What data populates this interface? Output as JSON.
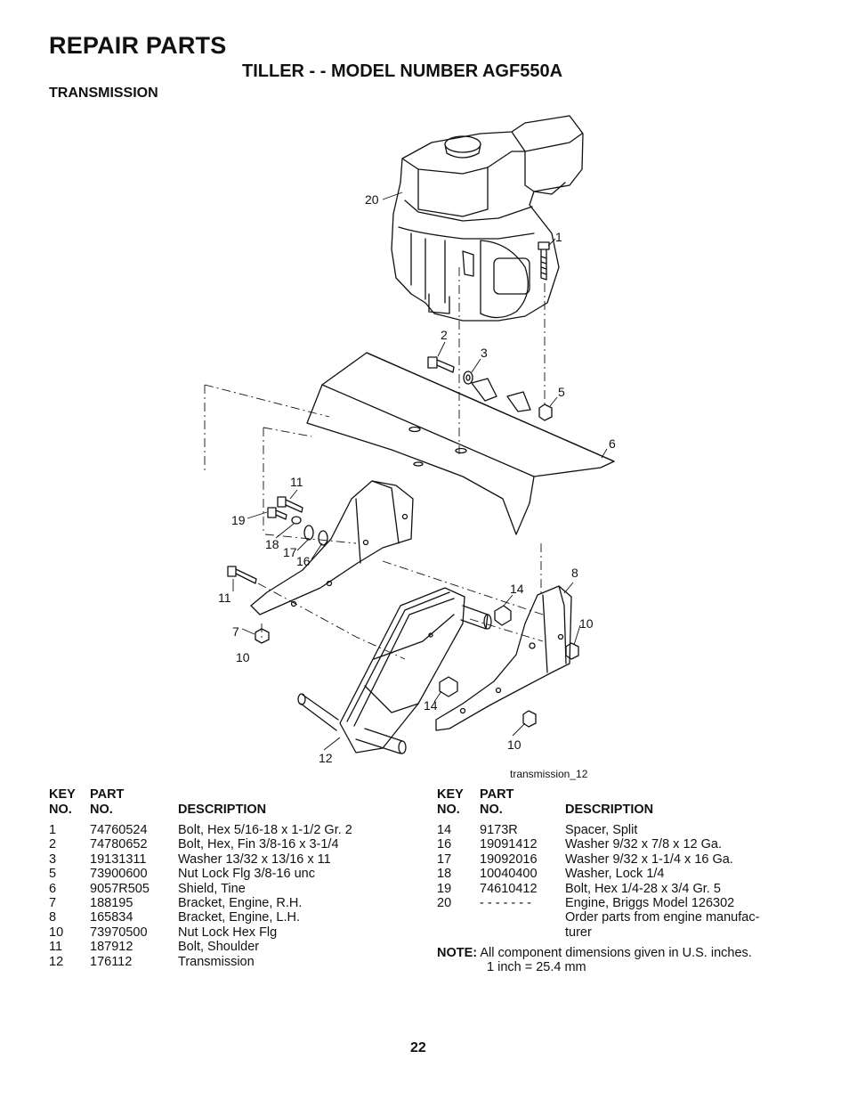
{
  "page": {
    "title": "REPAIR PARTS",
    "subtitle": "TILLER - - MODEL NUMBER AGF550A",
    "section": "TRANSMISSION",
    "page_number": "22"
  },
  "diagram": {
    "caption": "transmission_12",
    "callouts": [
      "20",
      "1",
      "2",
      "3",
      "5",
      "6",
      "11",
      "19",
      "18",
      "17",
      "16",
      "11",
      "7",
      "10",
      "14",
      "8",
      "10",
      "14",
      "10",
      "12"
    ]
  },
  "table_headers": {
    "key_line1": "KEY",
    "key_line2": "NO.",
    "part_line1": "PART",
    "part_line2": "NO.",
    "desc": "DESCRIPTION"
  },
  "parts_left": [
    {
      "key": "1",
      "part": "74760524",
      "desc": "Bolt, Hex  5/16-18 x 1-1/2 Gr. 2"
    },
    {
      "key": "2",
      "part": "74780652",
      "desc": "Bolt, Hex, Fin   3/8-16 x 3-1/4"
    },
    {
      "key": "3",
      "part": "19131311",
      "desc": "Washer  13/32 x 13/16 x 11"
    },
    {
      "key": "5",
      "part": "73900600",
      "desc": "Nut Lock Flg 3/8-16 unc"
    },
    {
      "key": "6",
      "part": "9057R505",
      "desc": "Shield, Tine"
    },
    {
      "key": "7",
      "part": "188195",
      "desc": "Bracket, Engine, R.H."
    },
    {
      "key": "8",
      "part": "165834",
      "desc": "Bracket, Engine, L.H."
    },
    {
      "key": "10",
      "part": "73970500",
      "desc": "Nut Lock Hex Flg"
    },
    {
      "key": "11",
      "part": "187912",
      "desc": "Bolt, Shoulder"
    },
    {
      "key": "12",
      "part": "176112",
      "desc": "Transmission"
    }
  ],
  "parts_right": [
    {
      "key": "14",
      "part": "9173R",
      "desc": "Spacer, Split"
    },
    {
      "key": "16",
      "part": "19091412",
      "desc": "Washer  9/32 x 7/8 x 12 Ga."
    },
    {
      "key": "17",
      "part": "19092016",
      "desc": "Washer  9/32 x 1-1/4 x 16 Ga."
    },
    {
      "key": "18",
      "part": "10040400",
      "desc": "Washer, Lock  1/4"
    },
    {
      "key": "19",
      "part": "74610412",
      "desc": "Bolt, Hex  1/4-28 x 3/4 Gr. 5"
    },
    {
      "key": "20",
      "part": "- - - - - - -",
      "desc": "Engine, Briggs Model 126302",
      "desc2": "Order parts from engine manufac-",
      "desc3": "turer"
    }
  ],
  "note": {
    "label": "NOTE:",
    "line1": "All component dimensions given in U.S. inches.",
    "line2": "1 inch = 25.4 mm"
  }
}
